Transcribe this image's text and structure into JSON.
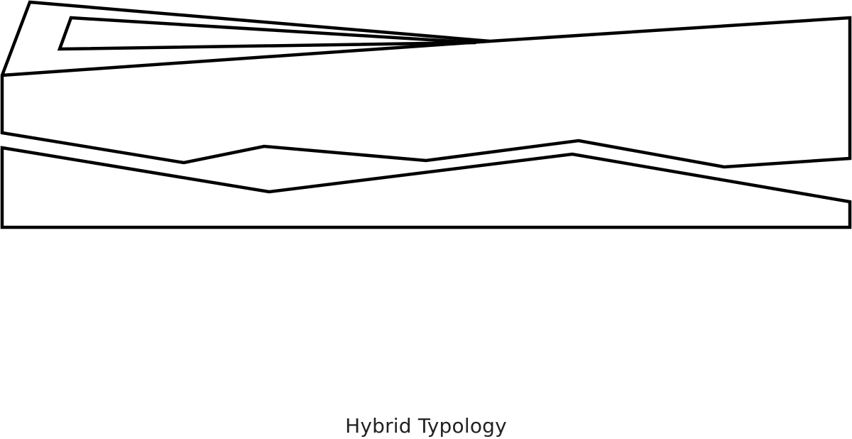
{
  "caption": "Hybrid Typology",
  "colors": {
    "stroke": "#000000",
    "text": "#222222",
    "background": "#ffffff"
  },
  "shapes": [
    "upper-wedge-form",
    "inner-triangle-void",
    "lower-wedge-form"
  ]
}
